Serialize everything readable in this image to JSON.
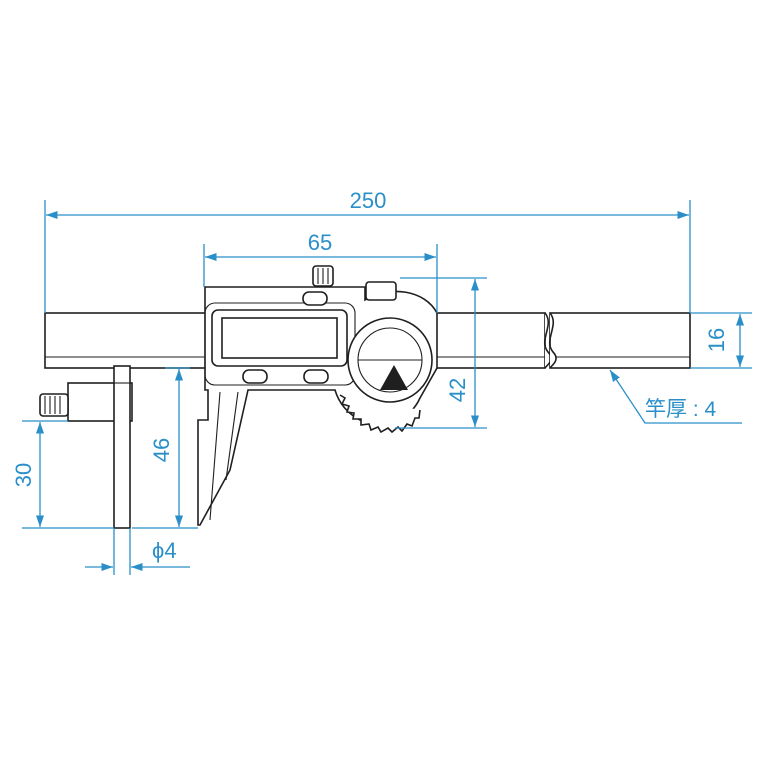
{
  "dimensions": {
    "total_length": "250",
    "body_width": "65",
    "beam_height": "16",
    "head_height": "42",
    "jaw_depth": "46",
    "pin_depth": "30",
    "pin_diameter": "ϕ4",
    "beam_thickness": "竿厚 : 4"
  },
  "colors": {
    "dimension": "#2a8fc9",
    "outline": "#1f1f1f",
    "background": "#ffffff"
  }
}
